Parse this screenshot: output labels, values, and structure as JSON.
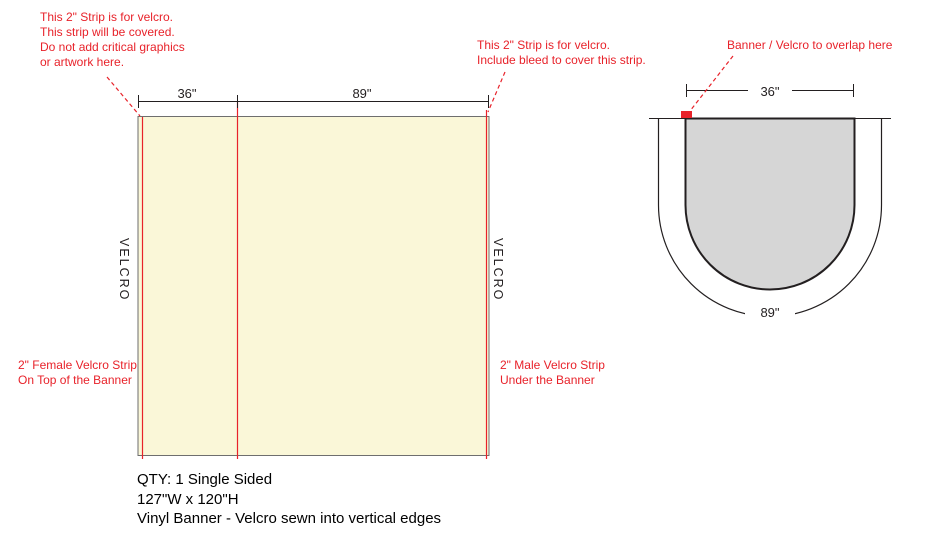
{
  "colors": {
    "red": "#e8222a",
    "banner_fill": "#faf7d8",
    "gray_fill": "#d6d6d6",
    "line": "#231f20"
  },
  "banner": {
    "note_top_left": [
      "This 2\" Strip is for velcro.",
      "This strip will be covered.",
      "Do not add critical graphics",
      "or artwork here."
    ],
    "note_top_right": [
      "This 2\" Strip is for velcro.",
      "Include bleed to cover this strip."
    ],
    "dim_left": "36\"",
    "dim_right": "89\"",
    "velcro_label": "VELCRO",
    "note_bottom_left": [
      "2\" Female Velcro Strip",
      "On Top of the Banner"
    ],
    "note_bottom_right": [
      "2\" Male Velcro Strip",
      "Under the Banner"
    ],
    "footer": [
      "QTY: 1 Single Sided",
      "127\"W x 120\"H",
      "Vinyl Banner - Velcro sewn into vertical edges"
    ]
  },
  "top_view": {
    "note": "Banner / Velcro to overlap here",
    "dim_top": "36\"",
    "dim_bottom": "89\""
  }
}
